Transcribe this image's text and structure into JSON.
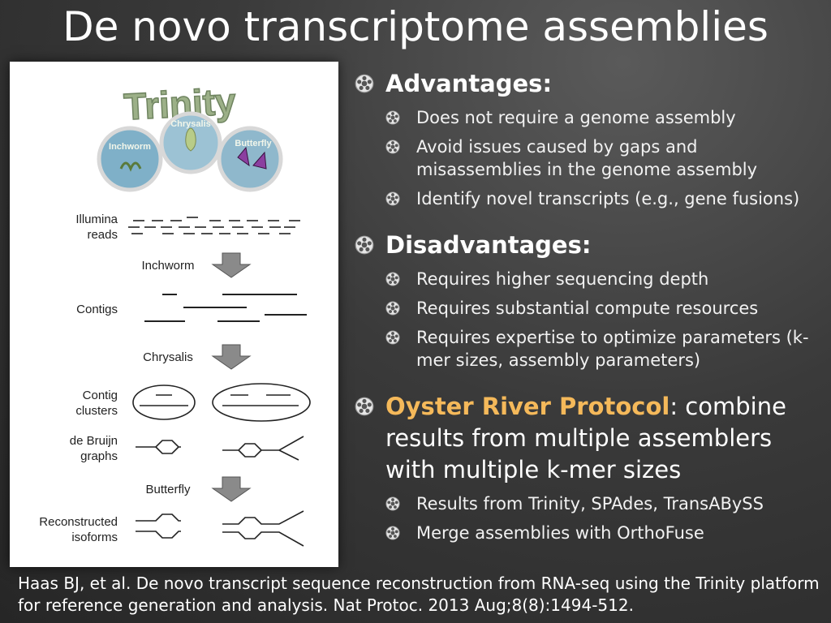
{
  "title": "De novo transcriptome assemblies",
  "figure": {
    "logo_text": "Trinity",
    "module_names": [
      "Inchworm",
      "Chrysalis",
      "Butterfly"
    ],
    "row_labels": {
      "illumina_1": "Illumina",
      "illumina_2": "reads",
      "contigs": "Contigs",
      "clusters_1": "Contig",
      "clusters_2": "clusters",
      "graphs_1": "de Bruijn",
      "graphs_2": "graphs",
      "isoforms_1": "Reconstructed",
      "isoforms_2": "isoforms"
    },
    "step_labels": [
      "Inchworm",
      "Chrysalis",
      "Butterfly"
    ]
  },
  "advantages": {
    "heading": "Advantages:",
    "items": [
      "Does not require a genome assembly",
      "Avoid issues caused by gaps and misassemblies in the genome assembly",
      "Identify novel transcripts (e.g., gene fusions)"
    ]
  },
  "disadvantages": {
    "heading": "Disadvantages:",
    "items": [
      "Requires higher sequencing depth",
      "Requires substantial compute resources",
      "Requires expertise to optimize parameters (k-mer sizes, assembly parameters)"
    ]
  },
  "orp": {
    "highlight": "Oyster River Protocol",
    "rest": ": combine results from multiple assemblers with multiple k-mer sizes",
    "items": [
      "Results from Trinity, SPAdes, TransABySS",
      "Merge assemblies with OrthoFuse"
    ]
  },
  "citation": "Haas BJ, et al. De novo transcript sequence reconstruction from RNA-seq using the Trinity platform for reference generation and analysis. Nat Protoc. 2013 Aug;8(8):1494-512.",
  "colors": {
    "accent": "#f5b95a",
    "background": "#333333",
    "text": "#ffffff"
  }
}
